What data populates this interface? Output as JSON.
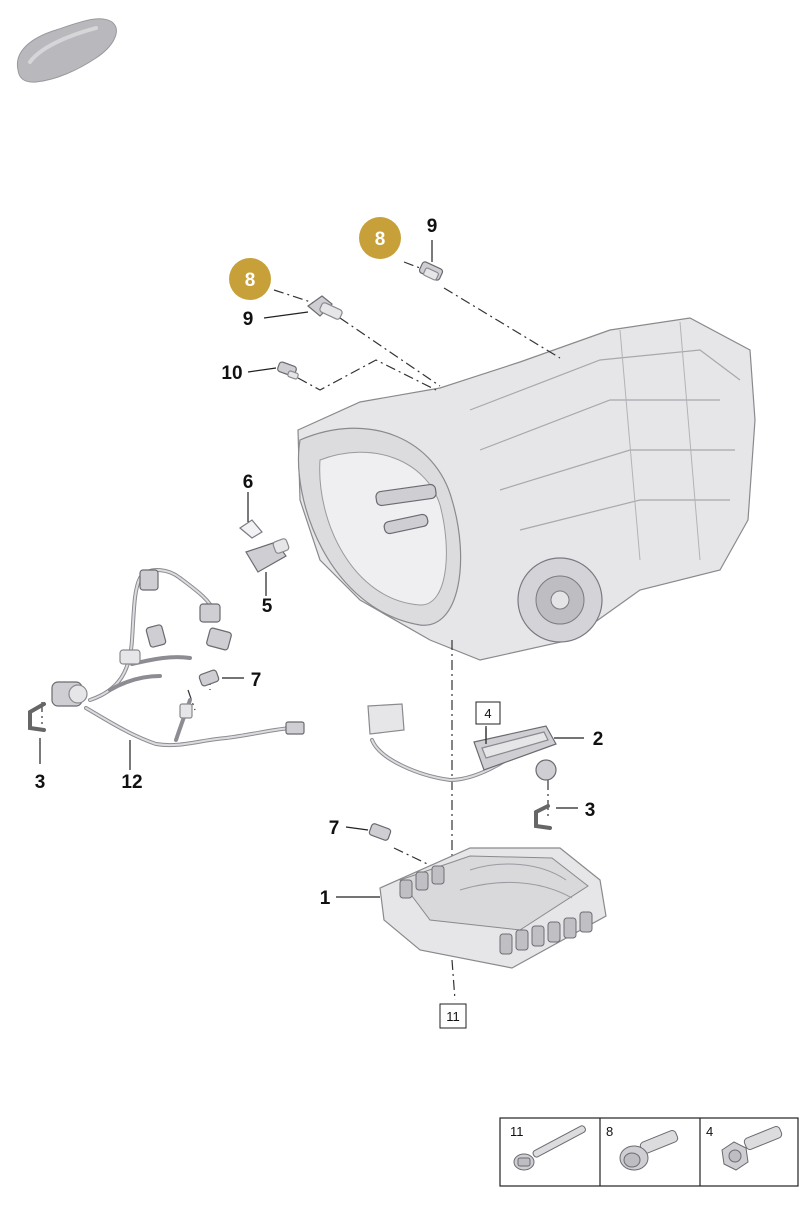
{
  "callouts": {
    "c1": "1",
    "c2": "2",
    "c3a": "3",
    "c3b": "3",
    "c4": "4",
    "c5": "5",
    "c6": "6",
    "c7a": "7",
    "c7b": "7",
    "c8a": "8",
    "c8b": "8",
    "c9a": "9",
    "c9b": "9",
    "c10": "10",
    "c11": "11",
    "c12": "12"
  },
  "legend": [
    {
      "label": "11",
      "icon": "long-bolt-icon"
    },
    {
      "label": "8",
      "icon": "flange-bolt-icon"
    },
    {
      "label": "4",
      "icon": "hex-flange-bolt-icon"
    }
  ],
  "colors": {
    "highlight": "#c8a03a",
    "part": "#e6e6e8",
    "outline": "#8a8a8e"
  }
}
